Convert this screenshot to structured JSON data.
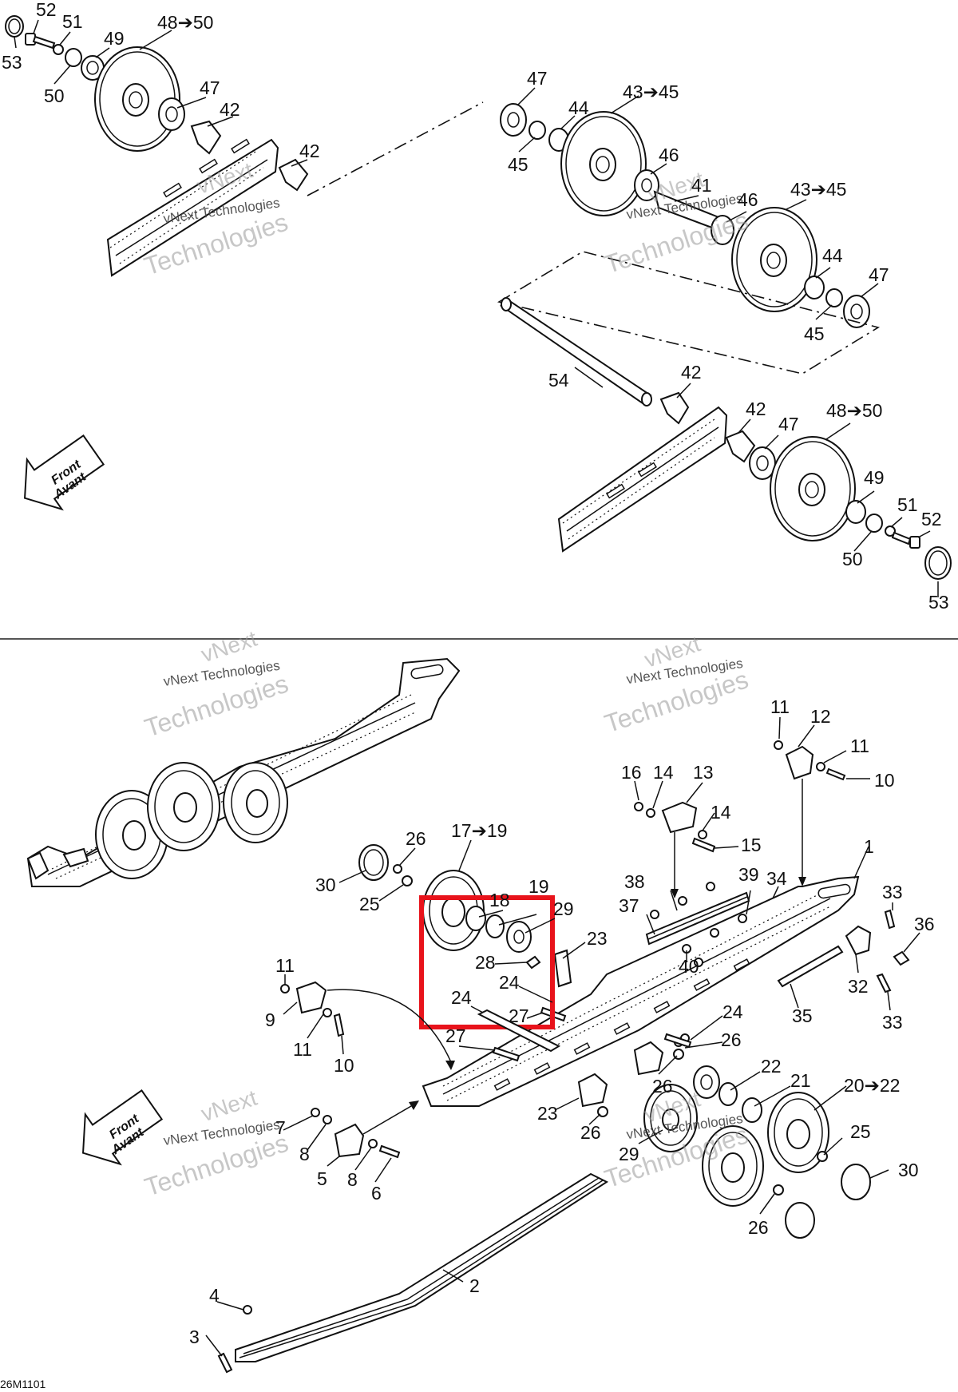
{
  "diagram": {
    "figure_id": "26M1101",
    "front_arrow": {
      "line1": "Front",
      "line2": "Avant"
    },
    "watermark": {
      "line1": "vNext",
      "line2": "vNext Technologies",
      "line3": "Technologies"
    },
    "highlight_color": "#e8131b",
    "top_labels": [
      "52",
      "51",
      "53",
      "50",
      "49",
      "48➔50",
      "47",
      "42",
      "42",
      "47",
      "44",
      "45",
      "43➔45",
      "46",
      "41",
      "46",
      "43➔45",
      "44",
      "47",
      "45",
      "54",
      "42",
      "42",
      "47",
      "48➔50",
      "49",
      "51",
      "52",
      "50",
      "53"
    ],
    "bottom_labels": [
      "11",
      "12",
      "11",
      "10",
      "16",
      "14",
      "13",
      "14",
      "15",
      "1",
      "26",
      "17➔19",
      "30",
      "25",
      "18",
      "19",
      "29",
      "38",
      "34",
      "39",
      "33",
      "37",
      "36",
      "23",
      "28",
      "24",
      "24",
      "27",
      "40",
      "32",
      "11",
      "9",
      "11",
      "10",
      "33",
      "35",
      "24",
      "26",
      "27",
      "22",
      "21",
      "20➔22",
      "26",
      "23",
      "26",
      "25",
      "7",
      "8",
      "5",
      "8",
      "6",
      "29",
      "30",
      "26",
      "2",
      "4",
      "3"
    ]
  }
}
